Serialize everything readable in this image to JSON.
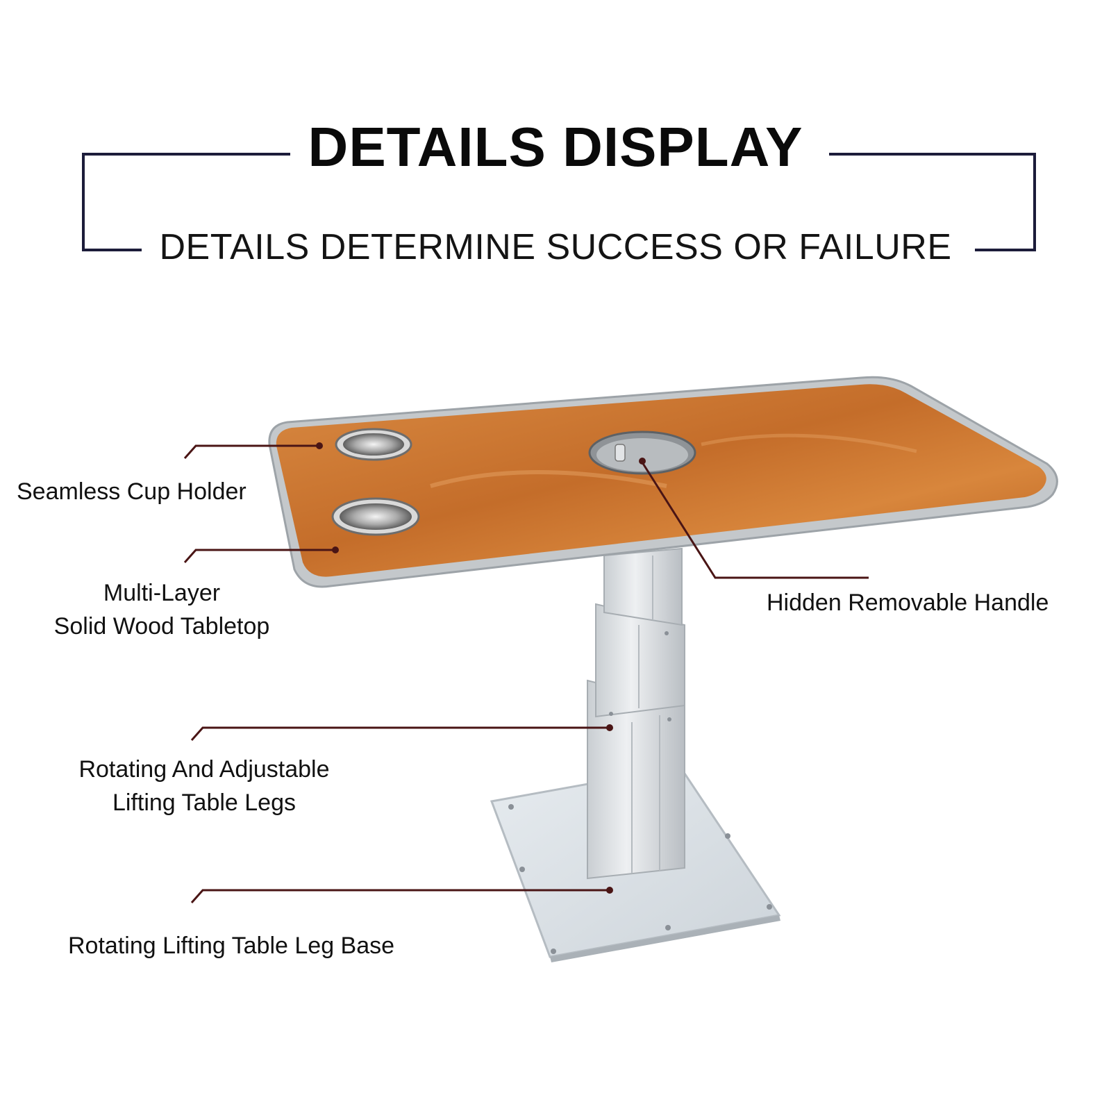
{
  "header": {
    "title": "DETAILS DISPLAY",
    "subtitle": "DETAILS DETERMINE SUCCESS OR FAILURE"
  },
  "callouts": {
    "cup_holder": "Seamless Cup Holder",
    "tabletop_line1": "Multi-Layer",
    "tabletop_line2": "Solid Wood Tabletop",
    "handle": "Hidden Removable Handle",
    "legs_line1": "Rotating And Adjustable",
    "legs_line2": "Lifting Table Legs",
    "base": "Rotating Lifting Table Leg Base"
  },
  "colors": {
    "frame_line": "#1c1c3a",
    "leader_line": "#4a1515",
    "wood": "#c8732e",
    "aluminium": "#cfd3d6"
  }
}
